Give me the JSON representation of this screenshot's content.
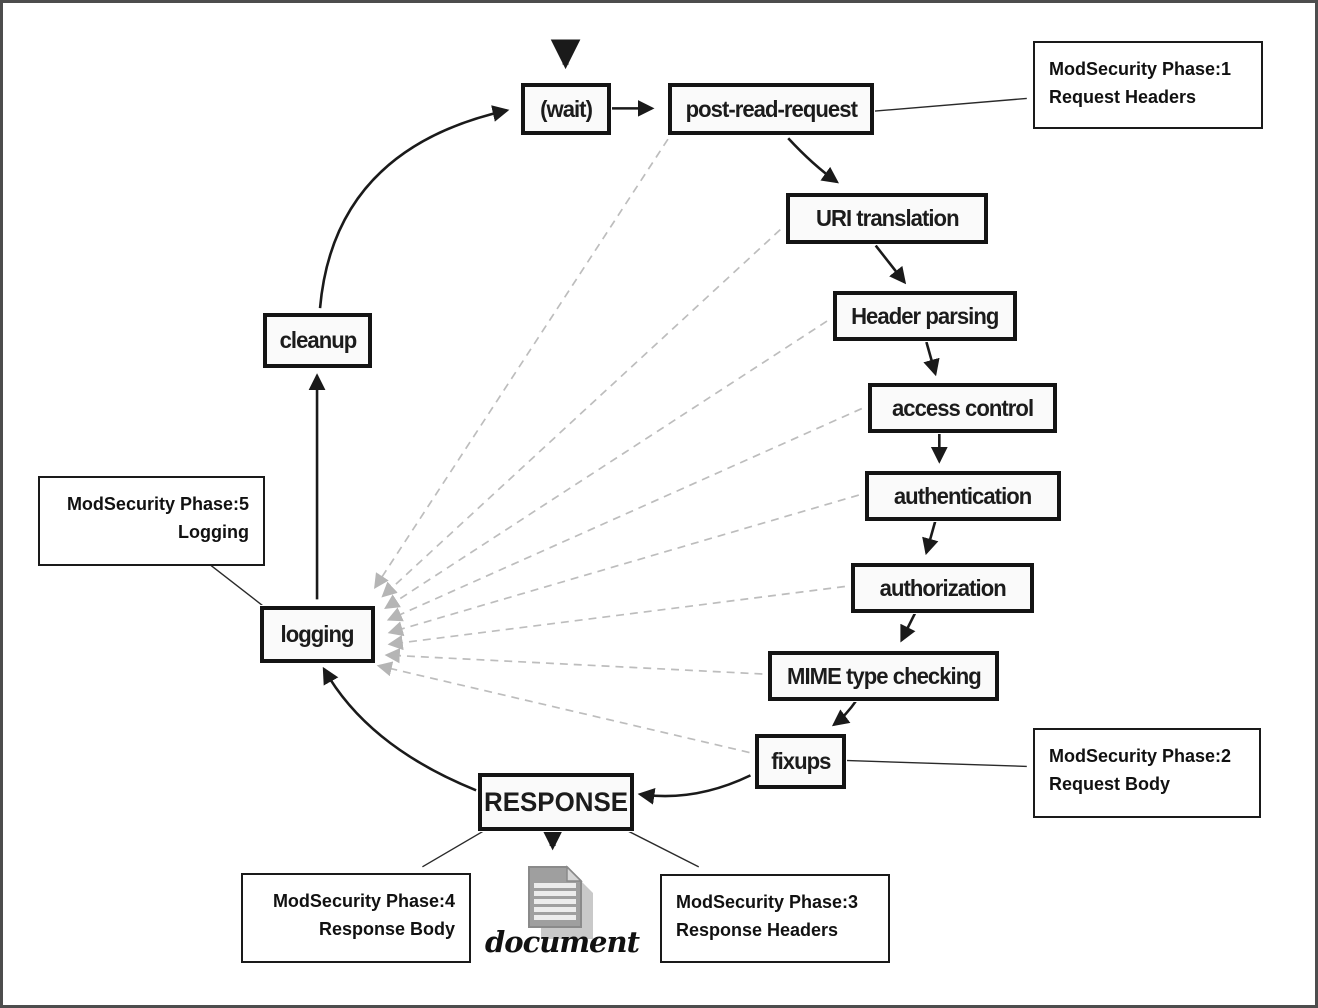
{
  "nodes": {
    "wait": {
      "label": "(wait)"
    },
    "post_read": {
      "label": "post-read-request"
    },
    "uri_translation": {
      "label": "URI translation"
    },
    "header_parsing": {
      "label": "Header parsing"
    },
    "access_control": {
      "label": "access control"
    },
    "authentication": {
      "label": "authentication"
    },
    "authorization": {
      "label": "authorization"
    },
    "mime_checking": {
      "label": "MIME type checking"
    },
    "fixups": {
      "label": "fixups"
    },
    "response": {
      "label": "RESPONSE"
    },
    "logging": {
      "label": "logging"
    },
    "cleanup": {
      "label": "cleanup"
    },
    "document": {
      "label": "document"
    }
  },
  "annotations": {
    "phase1": {
      "line1": "ModSecurity Phase:1",
      "line2": "Request Headers"
    },
    "phase2": {
      "line1": "ModSecurity Phase:2",
      "line2": "Request Body"
    },
    "phase3": {
      "line1": "ModSecurity Phase:3",
      "line2": "Response Headers"
    },
    "phase4": {
      "line1": "ModSecurity Phase:4",
      "line2": "Response Body"
    },
    "phase5": {
      "line1": "ModSecurity Phase:5",
      "line2": "Logging"
    }
  },
  "colors": {
    "line": "#1a1a1a",
    "dashed_line": "#bdbdbd",
    "node_border": "#141414",
    "node_fill": "#fafafa",
    "canvas_border": "#4d4d4d"
  }
}
